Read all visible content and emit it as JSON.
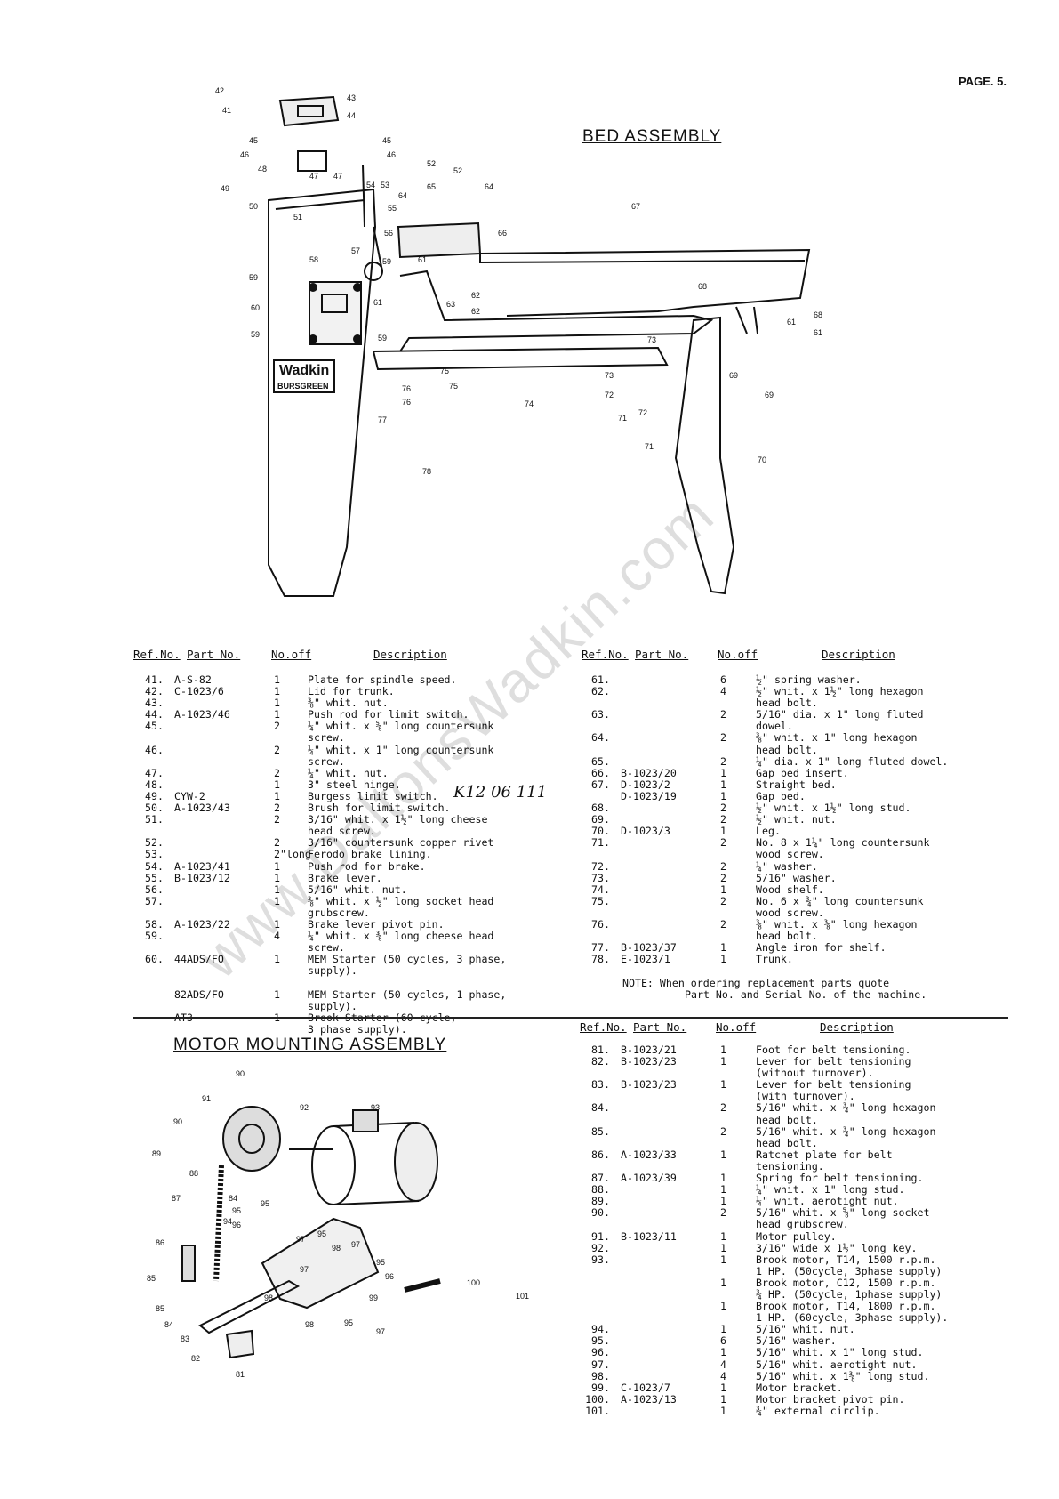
{
  "page_label": "PAGE. 5.",
  "bed": {
    "title": "BED ASSEMBLY",
    "header": {
      "ref": "Ref.No.",
      "part": "Part No.",
      "noff": "No.off",
      "desc": "Description"
    },
    "left_rows": [
      {
        "ref": "41.",
        "part": "A-S-82",
        "qty": "1",
        "desc": "Plate for spindle speed."
      },
      {
        "ref": "42.",
        "part": "C-1023/6",
        "qty": "1",
        "desc": "Lid for trunk."
      },
      {
        "ref": "43.",
        "part": "",
        "qty": "1",
        "desc": "⅜\" whit. nut."
      },
      {
        "ref": "44.",
        "part": "A-1023/46",
        "qty": "1",
        "desc": "Push rod for limit switch."
      },
      {
        "ref": "45.",
        "part": "",
        "qty": "2",
        "desc": "¼\" whit. x ⅝\" long countersunk"
      },
      {
        "ref": "",
        "part": "",
        "qty": "",
        "desc": "screw."
      },
      {
        "ref": "46.",
        "part": "",
        "qty": "2",
        "desc": "¼\" whit. x 1\" long countersunk"
      },
      {
        "ref": "",
        "part": "",
        "qty": "",
        "desc": "screw."
      },
      {
        "ref": "47.",
        "part": "",
        "qty": "2",
        "desc": "¼\" whit. nut."
      },
      {
        "ref": "48.",
        "part": "",
        "qty": "1",
        "desc": "3\" steel hinge."
      },
      {
        "ref": "49.",
        "part": "CYW-2",
        "qty": "1",
        "desc": "Burgess limit switch."
      },
      {
        "ref": "50.",
        "part": "A-1023/43",
        "qty": "2",
        "desc": "Brush for limit switch."
      },
      {
        "ref": "51.",
        "part": "",
        "qty": "2",
        "desc": "3/16\" whit. x 1½\" long cheese"
      },
      {
        "ref": "",
        "part": "",
        "qty": "",
        "desc": "head screw."
      },
      {
        "ref": "52.",
        "part": "",
        "qty": "2",
        "desc": "3/16\" countersunk copper rivet"
      },
      {
        "ref": "53.",
        "part": "",
        "qty": "2\"long",
        "desc": "Ferodo brake lining."
      },
      {
        "ref": "54.",
        "part": "A-1023/41",
        "qty": "1",
        "desc": "Push rod for brake."
      },
      {
        "ref": "55.",
        "part": "B-1023/12",
        "qty": "1",
        "desc": "Brake lever."
      },
      {
        "ref": "56.",
        "part": "",
        "qty": "1",
        "desc": "5/16\" whit. nut."
      },
      {
        "ref": "57.",
        "part": "",
        "qty": "1",
        "desc": "⅜\" whit. x ½\" long socket head"
      },
      {
        "ref": "",
        "part": "",
        "qty": "",
        "desc": "grubscrew."
      },
      {
        "ref": "58.",
        "part": "A-1023/22",
        "qty": "1",
        "desc": "Brake lever pivot pin."
      },
      {
        "ref": "59.",
        "part": "",
        "qty": "4",
        "desc": "¼\" whit. x ⅜\" long cheese head"
      },
      {
        "ref": "",
        "part": "",
        "qty": "",
        "desc": "screw."
      },
      {
        "ref": "60.",
        "part": "44ADS/FO",
        "qty": "1",
        "desc": "MEM Starter (50 cycles, 3 phase,"
      },
      {
        "ref": "",
        "part": "",
        "qty": "",
        "desc": "supply)."
      },
      {
        "ref": "",
        "part": "",
        "qty": "",
        "desc": ""
      },
      {
        "ref": "",
        "part": "82ADS/FO",
        "qty": "1",
        "desc": "MEM Starter (50 cycles, 1 phase,"
      },
      {
        "ref": "",
        "part": "",
        "qty": "",
        "desc": "supply)."
      },
      {
        "ref": "",
        "part": "AT3",
        "qty": "1",
        "desc": "Brook Starter (60 cycle,"
      },
      {
        "ref": "",
        "part": "",
        "qty": "",
        "desc": "3 phase supply)."
      }
    ],
    "right_rows": [
      {
        "ref": "61.",
        "part": "",
        "qty": "6",
        "desc": "½\" spring washer."
      },
      {
        "ref": "62.",
        "part": "",
        "qty": "4",
        "desc": "½\" whit. x 1½\" long hexagon"
      },
      {
        "ref": "",
        "part": "",
        "qty": "",
        "desc": "head bolt."
      },
      {
        "ref": "63.",
        "part": "",
        "qty": "2",
        "desc": "5/16\" dia. x 1\" long fluted"
      },
      {
        "ref": "",
        "part": "",
        "qty": "",
        "desc": "dowel."
      },
      {
        "ref": "64.",
        "part": "",
        "qty": "2",
        "desc": "⅜\" whit. x 1\" long hexagon"
      },
      {
        "ref": "",
        "part": "",
        "qty": "",
        "desc": "head bolt."
      },
      {
        "ref": "65.",
        "part": "",
        "qty": "2",
        "desc": "¼\" dia. x 1\" long fluted dowel."
      },
      {
        "ref": "66.",
        "part": "B-1023/20",
        "qty": "1",
        "desc": "Gap bed insert."
      },
      {
        "ref": "67.",
        "part": "D-1023/2",
        "qty": "1",
        "desc": "Straight bed."
      },
      {
        "ref": "",
        "part": "D-1023/19",
        "qty": "1",
        "desc": "Gap bed."
      },
      {
        "ref": "68.",
        "part": "",
        "qty": "2",
        "desc": "½\" whit. x 1½\" long stud."
      },
      {
        "ref": "69.",
        "part": "",
        "qty": "2",
        "desc": "½\" whit. nut."
      },
      {
        "ref": "70.",
        "part": "D-1023/3",
        "qty": "1",
        "desc": "Leg."
      },
      {
        "ref": "71.",
        "part": "",
        "qty": "2",
        "desc": "No. 8 x 1¼\" long countersunk"
      },
      {
        "ref": "",
        "part": "",
        "qty": "",
        "desc": "wood screw."
      },
      {
        "ref": "72.",
        "part": "",
        "qty": "2",
        "desc": "¼\" washer."
      },
      {
        "ref": "73.",
        "part": "",
        "qty": "2",
        "desc": "5/16\" washer."
      },
      {
        "ref": "74.",
        "part": "",
        "qty": "1",
        "desc": "Wood shelf."
      },
      {
        "ref": "75.",
        "part": "",
        "qty": "2",
        "desc": "No. 6 x ¾\" long countersunk"
      },
      {
        "ref": "",
        "part": "",
        "qty": "",
        "desc": "wood screw."
      },
      {
        "ref": "76.",
        "part": "",
        "qty": "2",
        "desc": "⅜\" whit. x ⅜\" long hexagon"
      },
      {
        "ref": "",
        "part": "",
        "qty": "",
        "desc": "head bolt."
      },
      {
        "ref": "77.",
        "part": "B-1023/37",
        "qty": "1",
        "desc": "Angle iron for shelf."
      },
      {
        "ref": "78.",
        "part": "E-1023/1",
        "qty": "1",
        "desc": "Trunk."
      }
    ],
    "note_line1": "NOTE: When ordering replacement parts quote",
    "note_line2": "Part No. and Serial No. of the machine.",
    "handwritten": "K12 06 111",
    "machine_brand": "Wadkin",
    "machine_sub": "BURSGREEN"
  },
  "motor": {
    "title": "MOTOR MOUNTING ASSEMBLY",
    "header": {
      "ref": "Ref.No.",
      "part": "Part No.",
      "noff": "No.off",
      "desc": "Description"
    },
    "rows": [
      {
        "ref": "81.",
        "part": "B-1023/21",
        "qty": "1",
        "desc": "Foot for belt tensioning."
      },
      {
        "ref": "82.",
        "part": "B-1023/23",
        "qty": "1",
        "desc": "Lever for belt tensioning"
      },
      {
        "ref": "",
        "part": "",
        "qty": "",
        "desc": "(without turnover)."
      },
      {
        "ref": "83.",
        "part": "B-1023/23",
        "qty": "1",
        "desc": "Lever for belt tensioning"
      },
      {
        "ref": "",
        "part": "",
        "qty": "",
        "desc": "(with turnover)."
      },
      {
        "ref": "84.",
        "part": "",
        "qty": "2",
        "desc": "5/16\" whit. x ¾\" long hexagon"
      },
      {
        "ref": "",
        "part": "",
        "qty": "",
        "desc": "head bolt."
      },
      {
        "ref": "85.",
        "part": "",
        "qty": "2",
        "desc": "5/16\" whit. x ¾\" long hexagon"
      },
      {
        "ref": "",
        "part": "",
        "qty": "",
        "desc": "head bolt."
      },
      {
        "ref": "86.",
        "part": "A-1023/33",
        "qty": "1",
        "desc": "Ratchet plate for belt"
      },
      {
        "ref": "",
        "part": "",
        "qty": "",
        "desc": "tensioning."
      },
      {
        "ref": "87.",
        "part": "A-1023/39",
        "qty": "1",
        "desc": "Spring for belt tensioning."
      },
      {
        "ref": "88.",
        "part": "",
        "qty": "1",
        "desc": "¼\" whit. x 1\" long stud."
      },
      {
        "ref": "89.",
        "part": "",
        "qty": "1",
        "desc": "¼\" whit. aerotight nut."
      },
      {
        "ref": "90.",
        "part": "",
        "qty": "2",
        "desc": "5/16\" whit. x ⅝\" long socket"
      },
      {
        "ref": "",
        "part": "",
        "qty": "",
        "desc": "head grubscrew."
      },
      {
        "ref": "91.",
        "part": "B-1023/11",
        "qty": "1",
        "desc": "Motor pulley."
      },
      {
        "ref": "92.",
        "part": "",
        "qty": "1",
        "desc": "3/16\" wide x 1½\" long key."
      },
      {
        "ref": "93.",
        "part": "",
        "qty": "1",
        "desc": "Brook motor, T14, 1500 r.p.m."
      },
      {
        "ref": "",
        "part": "",
        "qty": "",
        "desc": "1 HP. (50cycle, 3phase supply)"
      },
      {
        "ref": "",
        "part": "",
        "qty": "1",
        "desc": "Brook motor, C12, 1500 r.p.m."
      },
      {
        "ref": "",
        "part": "",
        "qty": "",
        "desc": "¾ HP. (50cycle, 1phase supply)"
      },
      {
        "ref": "",
        "part": "",
        "qty": "1",
        "desc": "Brook motor, T14, 1800 r.p.m."
      },
      {
        "ref": "",
        "part": "",
        "qty": "",
        "desc": "1 HP. (60cycle, 3phase supply)."
      },
      {
        "ref": "94.",
        "part": "",
        "qty": "1",
        "desc": "5/16\" whit. nut."
      },
      {
        "ref": "95.",
        "part": "",
        "qty": "6",
        "desc": "5/16\" washer."
      },
      {
        "ref": "96.",
        "part": "",
        "qty": "1",
        "desc": "5/16\" whit. x 1\" long stud."
      },
      {
        "ref": "97.",
        "part": "",
        "qty": "4",
        "desc": "5/16\" whit. aerotight nut."
      },
      {
        "ref": "98.",
        "part": "",
        "qty": "4",
        "desc": "5/16\" whit. x 1⅜\" long stud."
      },
      {
        "ref": "99.",
        "part": "C-1023/7",
        "qty": "1",
        "desc": "Motor bracket."
      },
      {
        "ref": "100.",
        "part": "A-1023/13",
        "qty": "1",
        "desc": "Motor bracket pivot pin."
      },
      {
        "ref": "101.",
        "part": "",
        "qty": "1",
        "desc": "¾\" external circlip."
      }
    ]
  },
  "watermark": "www.DaltonsWadkin.com"
}
